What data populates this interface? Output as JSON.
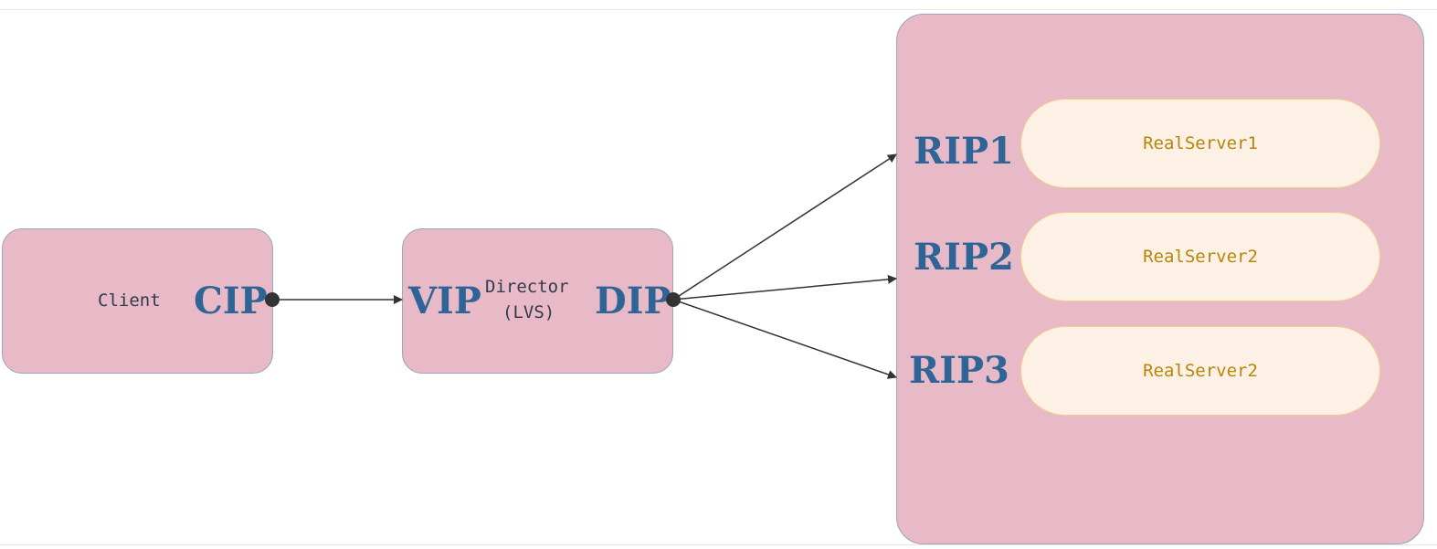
{
  "client": {
    "label": "Client",
    "ip": "CIP"
  },
  "director": {
    "label_line1": "Director",
    "label_line2": "(LVS)",
    "ip_in": "VIP",
    "ip_out": "DIP"
  },
  "servers": [
    {
      "rip": "RIP1",
      "name": "RealServer1"
    },
    {
      "rip": "RIP2",
      "name": "RealServer2"
    },
    {
      "rip": "RIP3",
      "name": "RealServer2"
    }
  ],
  "colors": {
    "node_fill": "#e8b9c6",
    "server_fill": "#fdf0e4",
    "server_border": "#f3cf86",
    "ip_text": "#2e6496",
    "server_text": "#b8860b",
    "connector": "#333333"
  }
}
